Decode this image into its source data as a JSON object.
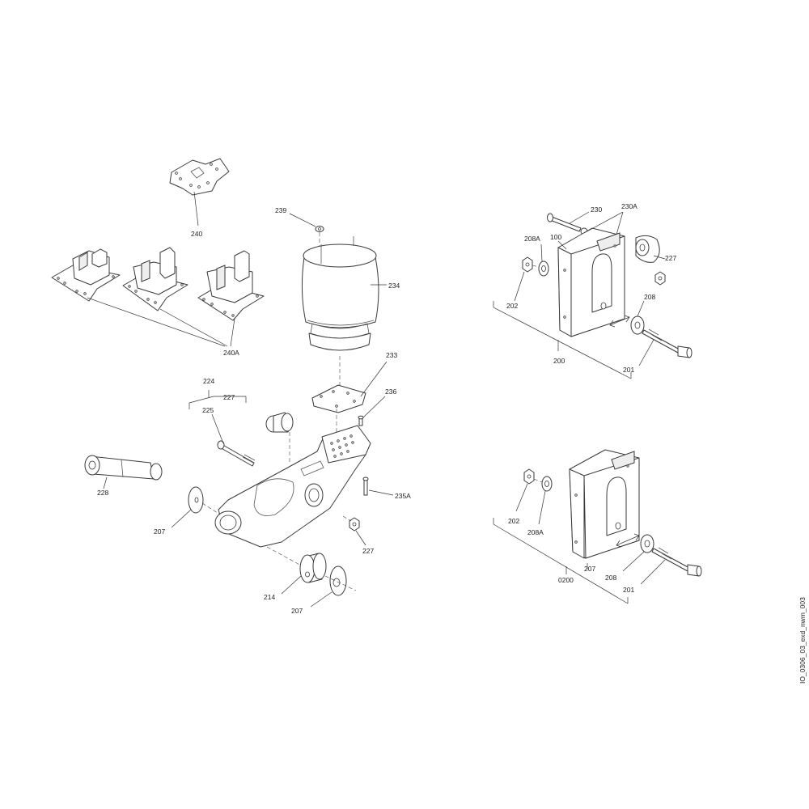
{
  "drawing_id": "IO_0306_03_exd_nwm_003",
  "callouts": {
    "c240": "240",
    "c240A": "240A",
    "c239": "239",
    "c234": "234",
    "c233": "233",
    "c236": "236",
    "c224": "224",
    "c227_top": "227",
    "c225": "225",
    "c228": "228",
    "c207_left": "207",
    "c235A": "235A",
    "c227_nut": "227",
    "c214": "214",
    "c207_bottom": "207",
    "c230": "230",
    "c230A": "230A",
    "c208A_a": "208A",
    "c100": "100",
    "c227_right": "227",
    "c202_a": "202",
    "c208_a": "208",
    "c200": "200",
    "c201_a": "201",
    "c202_b": "202",
    "c208A_b": "208A",
    "c207_right": "207",
    "c208_b": "208",
    "c0200": "0200",
    "c201_b": "201"
  }
}
